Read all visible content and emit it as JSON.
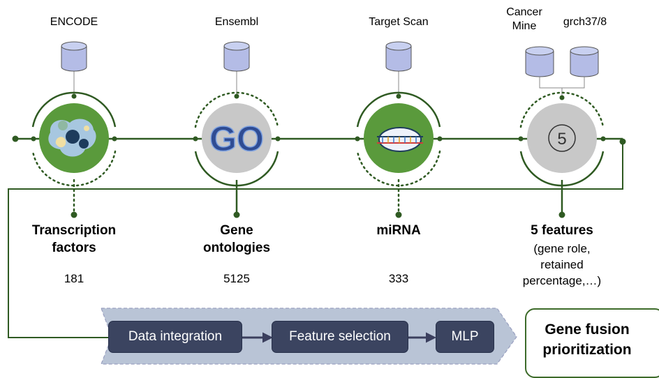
{
  "sources": [
    {
      "label": "ENCODE"
    },
    {
      "label": "Ensembl"
    },
    {
      "label": "Target Scan"
    },
    {
      "label": "Cancer\nMine"
    },
    {
      "label": "grch37/8"
    }
  ],
  "features": [
    {
      "title": "Transcription factors",
      "count": "181",
      "icon": "transcription-factor-protein-icon"
    },
    {
      "title": "Gene ontologies",
      "count": "5125",
      "icon": "go-logo-icon"
    },
    {
      "title": "miRNA",
      "count": "333",
      "icon": "mirna-duplex-icon"
    },
    {
      "title": "5 features",
      "description": "(gene role, retained percentage,…)",
      "icon": "number-five-icon",
      "icon_text": "5"
    }
  ],
  "pipeline": {
    "steps": [
      "Data integration",
      "Feature selection",
      "MLP"
    ]
  },
  "result": {
    "label": "Gene fusion prioritization"
  },
  "colors": {
    "line": "#2f5a22",
    "node_green": "#5a9a3c",
    "node_gray": "#c8c8c8",
    "database": "#b4bce6",
    "step_fill": "#3b4460",
    "banner": "#b9c4d6"
  }
}
